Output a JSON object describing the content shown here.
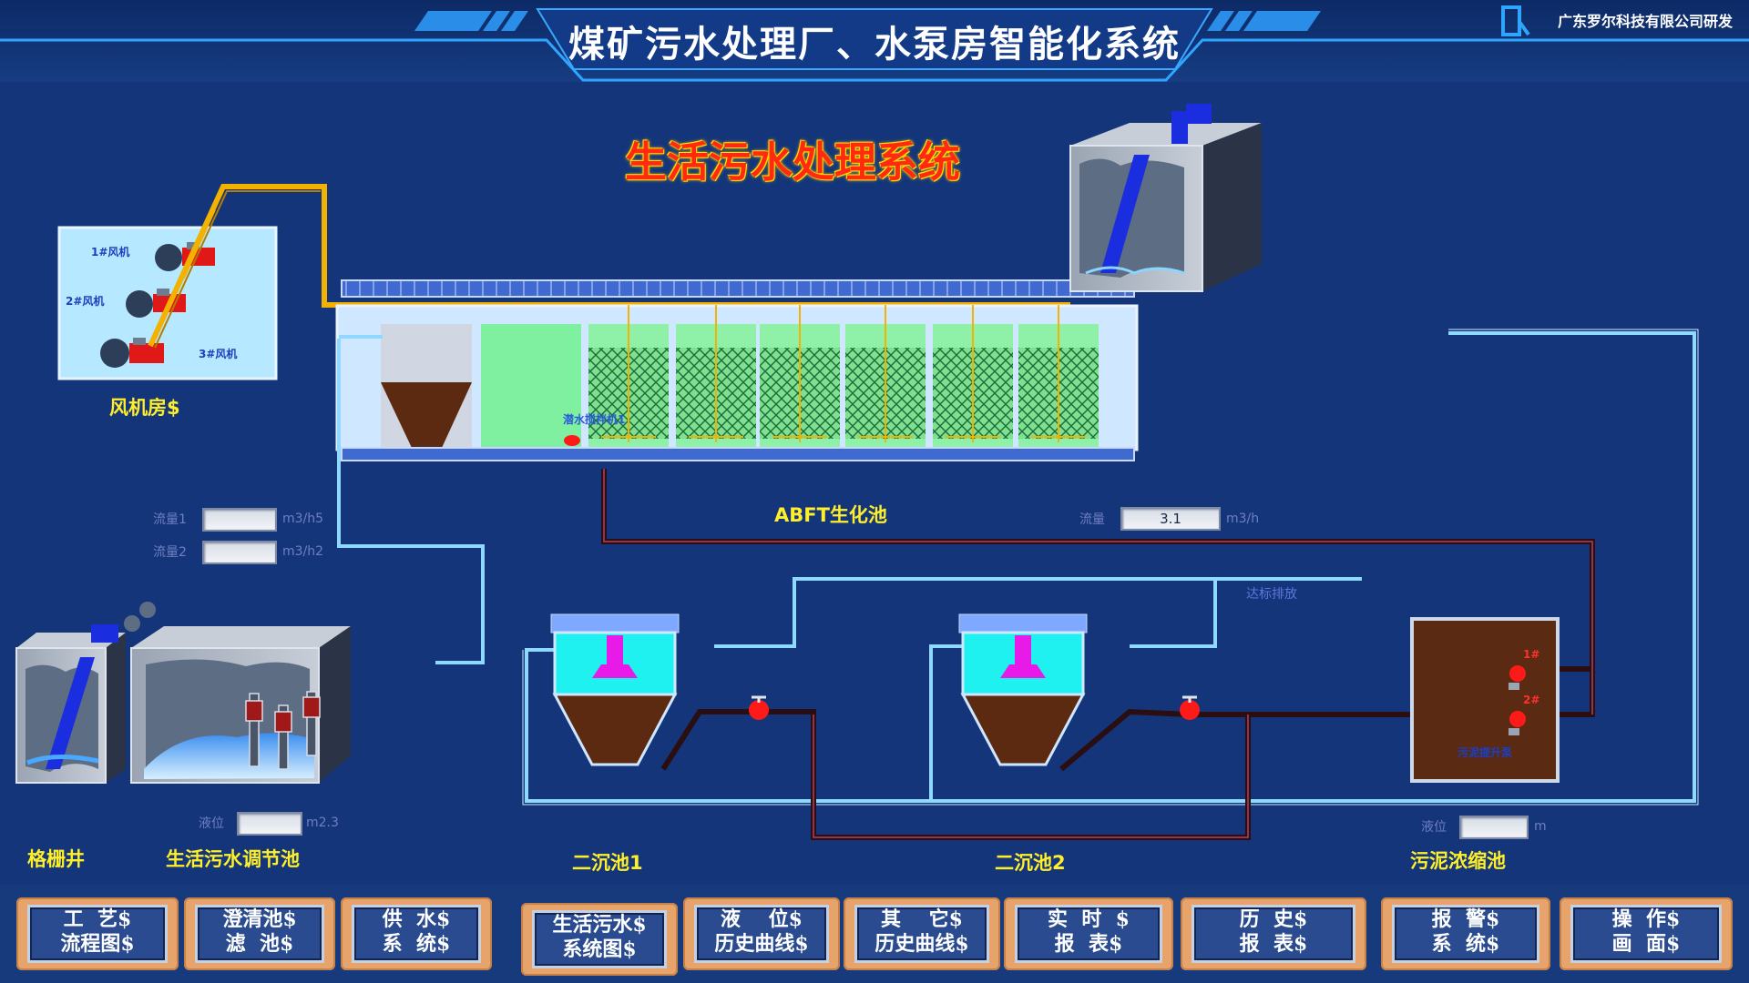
{
  "header": {
    "title": "煤矿污水处理厂、水泵房智能化系统",
    "company": "广东罗尔科技有限公司研发"
  },
  "main": {
    "subtitle": "生活污水处理系统",
    "fan_room": {
      "label": "风机房$",
      "fan1": "1#风机",
      "fan2": "2#风机",
      "fan3": "3#风机"
    },
    "abft": {
      "label": "ABFT生化池",
      "aerator": "潜水搅拌机1"
    },
    "flow1": {
      "label": "流量1",
      "value": "",
      "unit": "m3/h5"
    },
    "flow2": {
      "label": "流量2",
      "value": "",
      "unit": "m3/h2"
    },
    "flow3": {
      "label": "流量",
      "value": "3.1",
      "unit": "m3/h"
    },
    "discharge": "达标排放",
    "grid_well": {
      "label": "格栅井"
    },
    "regulating_pool": {
      "label": "生活污水调节池",
      "level_label": "液位",
      "level_value": "",
      "level_unit": "m2.3"
    },
    "clarifier1": {
      "label": "二沉池1"
    },
    "clarifier2": {
      "label": "二沉池2"
    },
    "sludge": {
      "label": "污泥浓缩池",
      "pump1": "1#",
      "pump2": "2#",
      "pump_label": "污泥提升泵",
      "level_label": "液位",
      "level_value": "",
      "level_unit": "m"
    }
  },
  "nav": {
    "buttons": [
      {
        "l1": "工  艺$",
        "l2": "流程图$"
      },
      {
        "l1": "澄清池$",
        "l2": "滤  池$"
      },
      {
        "l1": "供  水$",
        "l2": "系  统$"
      },
      {
        "l1": "生活污水$",
        "l2": "系统图$"
      },
      {
        "l1": "液    位$",
        "l2": "历史曲线$"
      },
      {
        "l1": "其    它$",
        "l2": "历史曲线$"
      },
      {
        "l1": "实  时  $",
        "l2": "报  表$"
      },
      {
        "l1": "历  史$",
        "l2": "报  表$"
      },
      {
        "l1": "报  警$",
        "l2": "系  统$"
      },
      {
        "l1": "操  作$",
        "l2": "画  面$"
      }
    ]
  },
  "colors": {
    "background": "#14357a",
    "label": "#ffef2a",
    "title_red": "#ff2a10",
    "water": "#7ef0a0",
    "sludge": "#5a2a12",
    "pipe_yellow": "#f3b100",
    "pipe_cyan": "#8fd8ff"
  }
}
